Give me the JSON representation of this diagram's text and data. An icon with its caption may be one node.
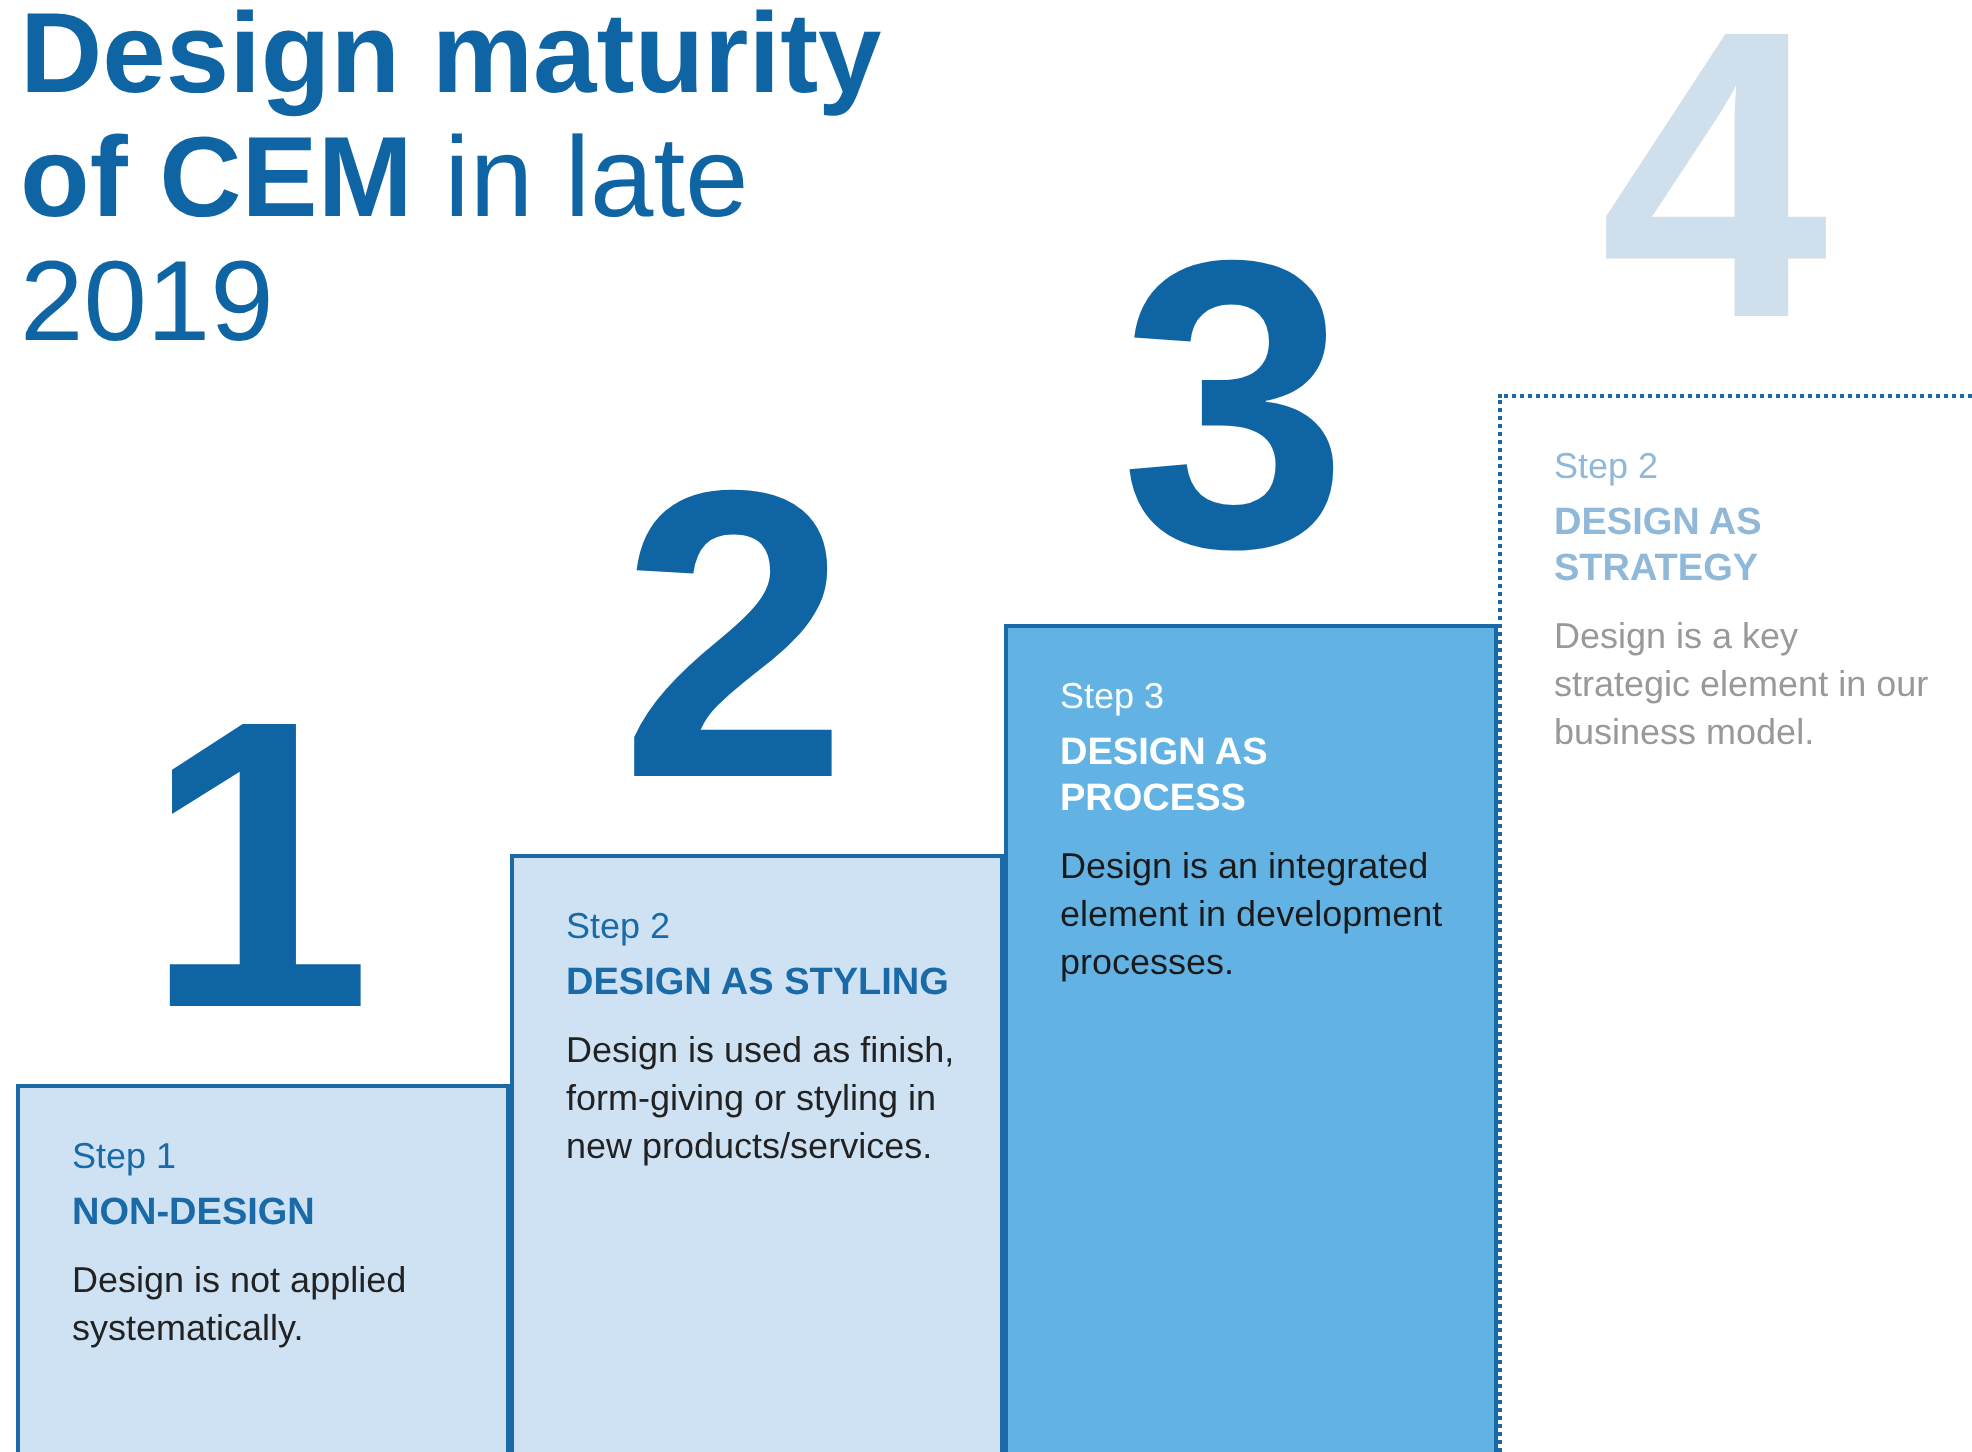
{
  "diagram": {
    "title": "**Design maturity of CEM** in late 2019",
    "nodes": [
      {
        "text": [
          "Step 1",
          "NON-DESIGN",
          "Design is not applied systematically."
        ],
        "beside": [
          "1"
        ]
      },
      {
        "text": [
          "Step 2",
          "DESIGN AS STYLING",
          "Design is used as finish, form-giving or styling in new products/services."
        ],
        "beside": [
          "2"
        ]
      },
      {
        "text": [
          "Step 3",
          "DESIGN AS PROCESS",
          "Design is an integrated element in development processes."
        ],
        "beside": [
          "3"
        ]
      },
      {
        "text": [
          "Step 2",
          "DESIGN AS STRATEGY",
          "Design is a key strategic element in our business model."
        ],
        "beside": [
          "4"
        ]
      }
    ]
  }
}
